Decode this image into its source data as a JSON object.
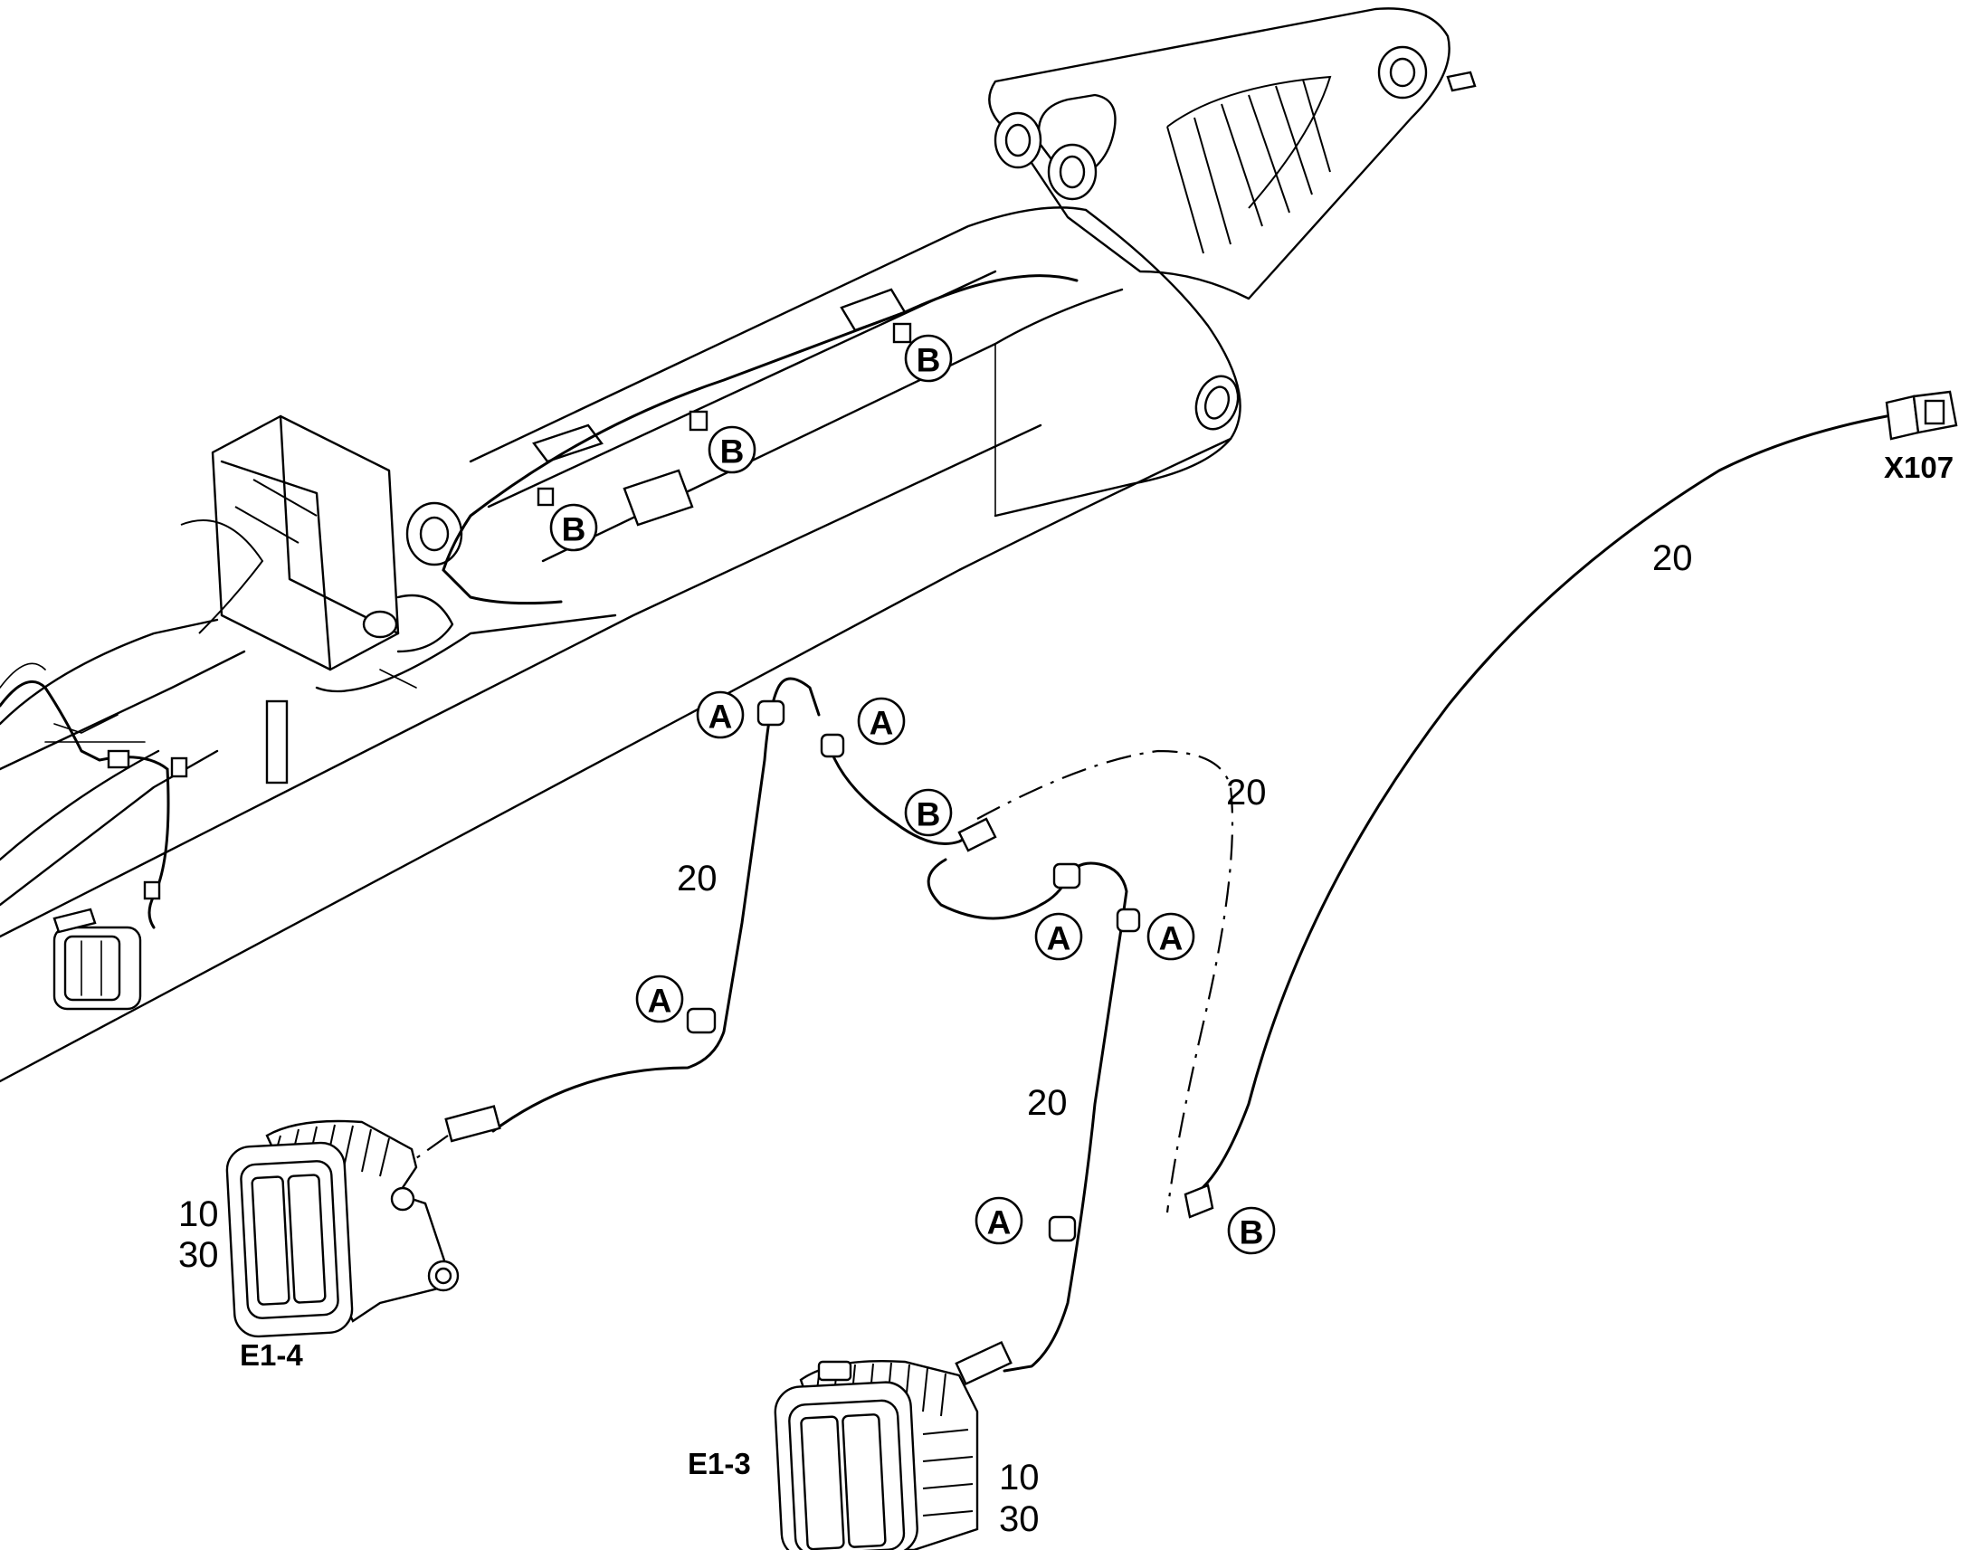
{
  "callouts": {
    "boom_b1": "B",
    "boom_b2": "B",
    "boom_b3": "B",
    "a1": "A",
    "a2": "A",
    "a3": "A",
    "a4": "A",
    "a5": "A",
    "a6": "A",
    "b_mid": "B",
    "b_low": "B"
  },
  "quantities": {
    "cable_x107": "20",
    "cable_dashed": "20",
    "cable_left": "20",
    "cable_right": "20",
    "lamp_e14_top": "10",
    "lamp_e14_bottom": "30",
    "lamp_e13_top": "10",
    "lamp_e13_bottom": "30"
  },
  "references": {
    "connector": "X107",
    "lamp_left": "E1-4",
    "lamp_right": "E1-3"
  }
}
